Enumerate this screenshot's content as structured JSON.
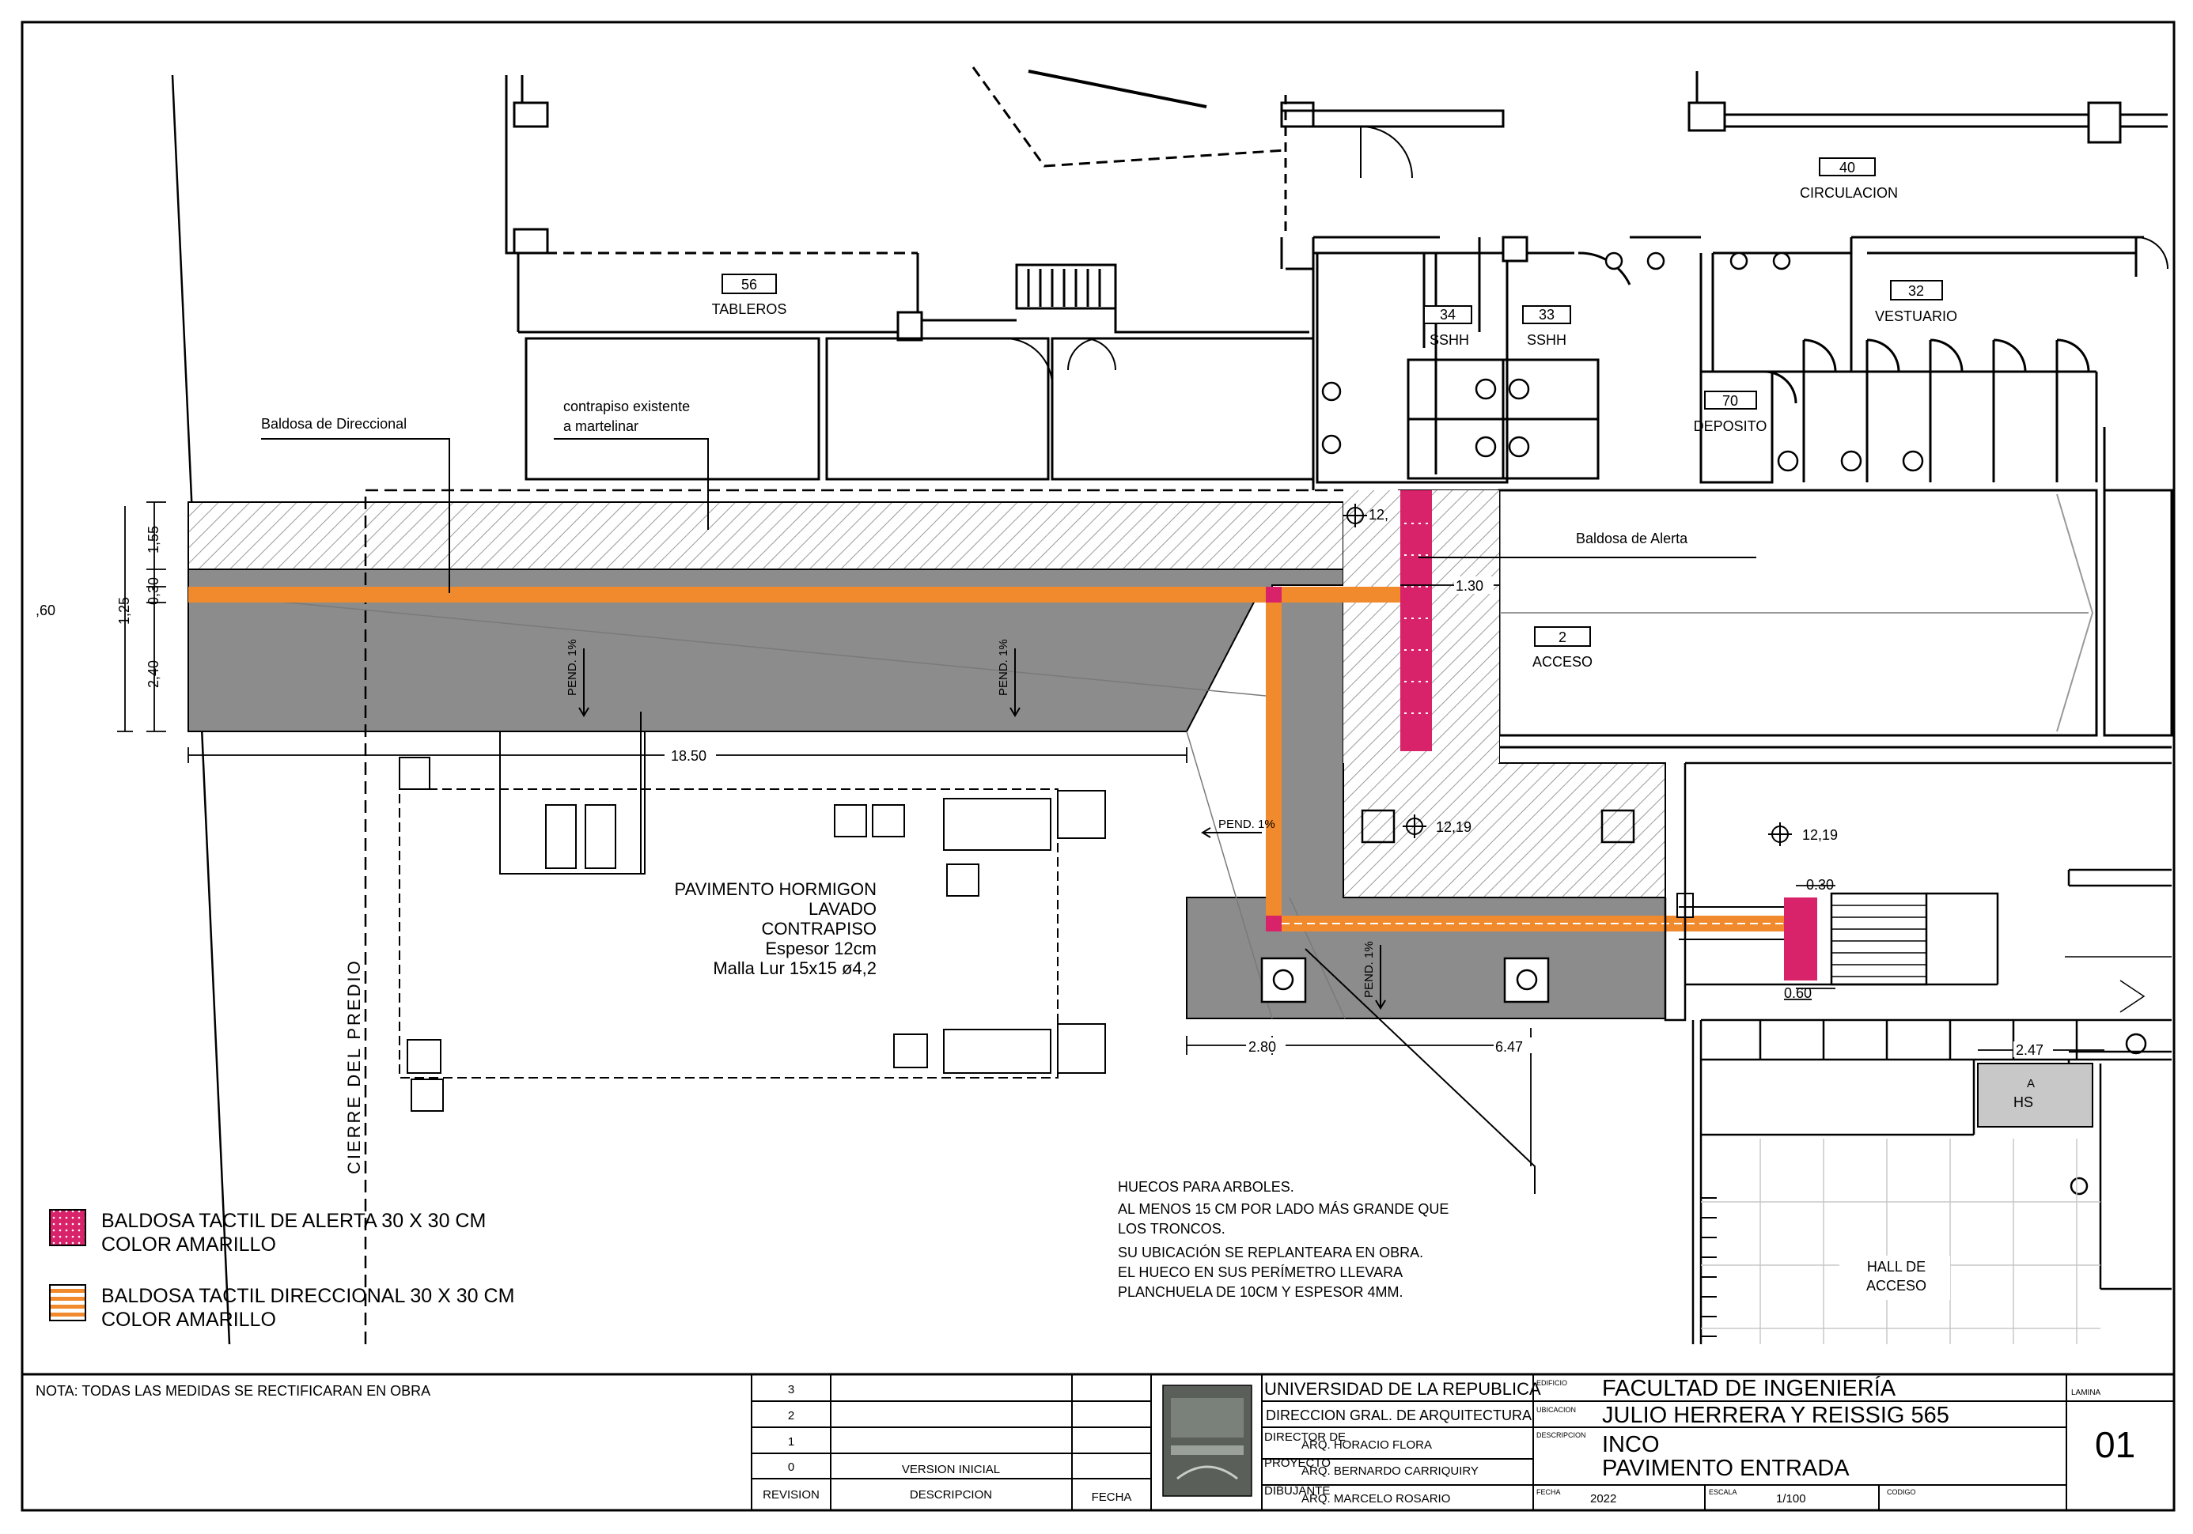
{
  "rooms": {
    "circulacion": {
      "num": "40",
      "name": "CIRCULACION"
    },
    "tableros": {
      "num": "56",
      "name": "TABLEROS"
    },
    "sshh_a": {
      "num": "34",
      "name": "SSHH"
    },
    "sshh_b": {
      "num": "33",
      "name": "SSHH"
    },
    "vestuario": {
      "num": "32",
      "name": "VESTUARIO"
    },
    "deposito": {
      "num": "70",
      "name": "DEPOSITO"
    },
    "acceso": {
      "num": "2",
      "name": "ACCESO"
    },
    "hall": {
      "line1": "HALL DE",
      "line2": "ACCESO"
    }
  },
  "annotations": {
    "baldosa_direccional": "Baldosa de Direccional",
    "contrapiso_l1": "contrapiso existente",
    "contrapiso_l2": "a martelinar",
    "baldosa_alerta": "Baldosa de Alerta",
    "cierre_predio": "CIERRE DEL PREDIO",
    "pavimento": [
      "PAVIMENTO HORMIGON",
      "LAVADO",
      "CONTRAPISO",
      "Espesor 12cm",
      "Malla Lur 15x15 ø4,2"
    ],
    "huecos": [
      "HUECOS PARA ARBOLES.",
      "AL MENOS 15 CM POR LADO MÁS GRANDE QUE",
      "LOS TRONCOS.",
      "SU UBICACIÓN SE REPLANTEARA EN OBRA.",
      "EL HUECO EN SUS PERÍMETRO LLEVARA",
      "PLANCHUELA DE 10CM Y ESPESOR 4MM."
    ],
    "pend": "PEND. 1%",
    "hs": "HS",
    "hs_letter": "A"
  },
  "dimensions": {
    "d60": ",60",
    "d125": "1,25",
    "d030": "0,30",
    "d155": "1,55",
    "d240": "2,40",
    "d1850": "18.50",
    "d130": "1.30",
    "d280": "2.80",
    "d647": "6.47",
    "d247": "2.47",
    "d030b": "0.30",
    "d060": "0.60",
    "lvl1": "12,",
    "lvl2": "12,19",
    "lvl3": "12,19"
  },
  "legend": [
    {
      "line1": "BALDOSA TACTIL DE ALERTA 30 X 30 CM",
      "line2": "COLOR AMARILLO"
    },
    {
      "line1": "BALDOSA TACTIL DIRECCIONAL 30 X 30 CM",
      "line2": "COLOR AMARILLO"
    }
  ],
  "title_block": {
    "nota": "NOTA: TODAS LAS MEDIDAS SE RECTIFICARAN EN OBRA",
    "rev_rows": [
      "3",
      "2",
      "1",
      "0"
    ],
    "rev_desc0": "VERSION INICIAL",
    "hdr_revision": "REVISION",
    "hdr_descripcion": "DESCRIPCION",
    "hdr_fecha": "FECHA",
    "org1": "UNIVERSIDAD DE LA REPUBLICA",
    "org2": "DIRECCION GRAL. DE ARQUITECTURA",
    "lbl_director": "DIRECTOR DE",
    "director": "ARQ. HORACIO FLORA",
    "lbl_proyecto": "PROYECTO",
    "proyecto": "ARQ. BERNARDO CARRIQUIRY",
    "lbl_dibujante": "DIBUJANTE",
    "dibujante": "ARQ. MARCELO ROSARIO",
    "lbl_edificio": "EDIFICIO",
    "edificio": "FACULTAD DE INGENIERÍA",
    "lbl_ubicacion": "UBICACION",
    "ubicacion": "JULIO HERRERA Y REISSIG 565",
    "lbl_descripcion": "DESCRIPCION",
    "desc1": "INCO",
    "desc2": "PAVIMENTO ENTRADA",
    "lbl_fecha": "FECHA",
    "fecha": "2022",
    "lbl_escala": "ESCALA",
    "escala": "1/100",
    "lbl_codigo": "CODIGO",
    "lbl_lamina": "LAMINA",
    "lamina": "01"
  },
  "colors": {
    "concrete": "#8c8c8c",
    "direccional": "#f08a2c",
    "alerta": "#d8226a",
    "hatch": "#9a9a9a",
    "line": "#000000"
  }
}
